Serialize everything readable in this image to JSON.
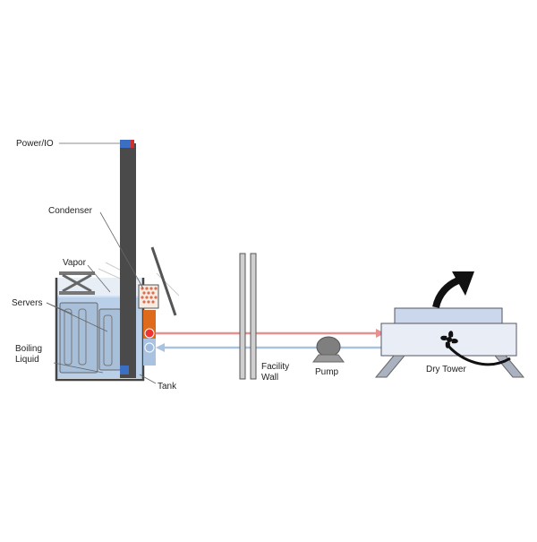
{
  "labels": {
    "power_io": "Power/IO",
    "condenser": "Condenser",
    "vapor": "Vapor",
    "servers": "Servers",
    "boiling_liquid_1": "Boiling",
    "boiling_liquid_2": "Liquid",
    "tank": "Tank",
    "facility_wall_1": "Facility",
    "facility_wall_2": "Wall",
    "pump": "Pump",
    "dry_tower": "Dry Tower"
  },
  "colors": {
    "liquid": "#b9d0e8",
    "tank_outline": "#444444",
    "chimney": "#4a4a4a",
    "hot_line": "#e79090",
    "cold_line": "#a8c2df",
    "tower_body": "#e9eef6",
    "tower_top": "#cbd7ea",
    "coil_orange": "#e06a1c",
    "arrow_black": "#111111"
  },
  "icons": [
    "fan-icon",
    "exhaust-arrow-icon",
    "pump-icon",
    "condenser-coil-icon"
  ]
}
